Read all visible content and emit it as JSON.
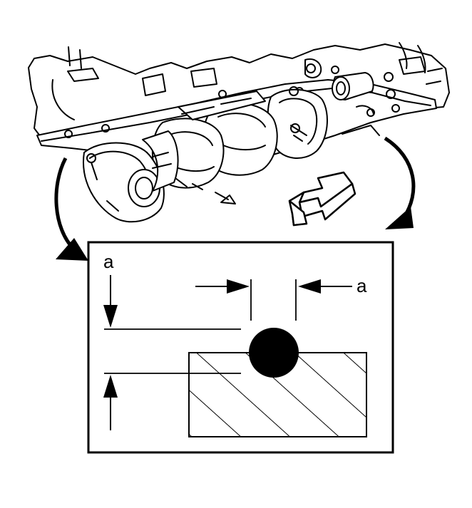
{
  "diagram": {
    "labels": {
      "dim_vertical": "a",
      "dim_horizontal": "a"
    },
    "colors": {
      "ink": "#000000",
      "paper": "#ffffff"
    },
    "icons": [
      "curved-arrow-left",
      "curved-arrow-right",
      "direction-arrow",
      "dimension-arrow"
    ]
  }
}
